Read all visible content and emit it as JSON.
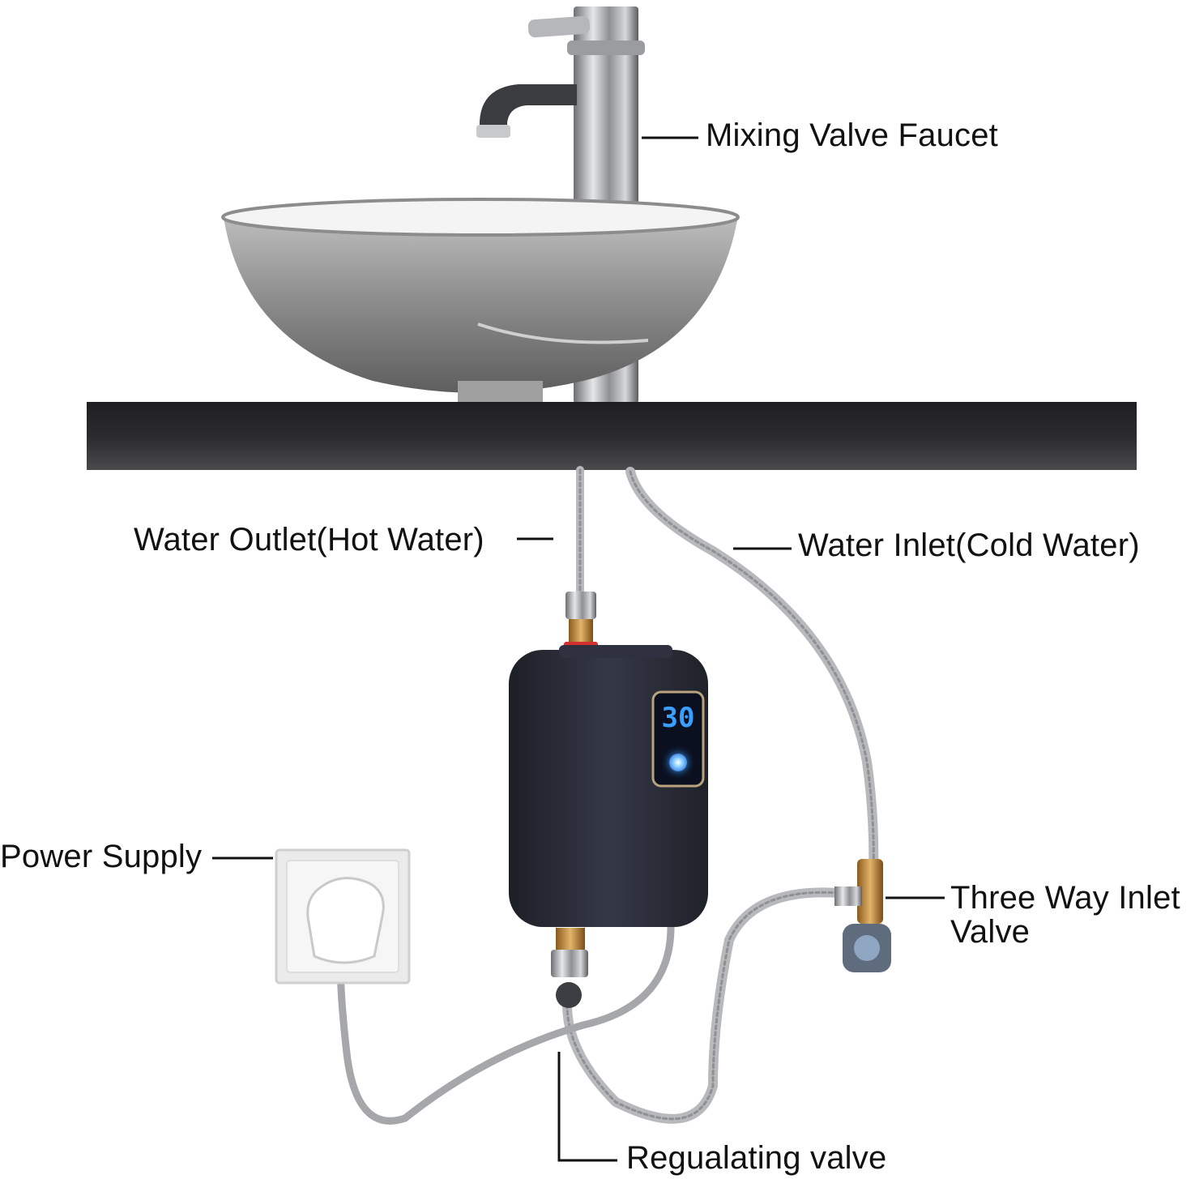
{
  "colors": {
    "counter": "#2b2b2b",
    "heater_body": "#2a2c36",
    "display_blue": "#3aa0ff",
    "hose": "#b7b9bc",
    "basin": "#8c8c8c"
  },
  "heater_display": {
    "temperature": "30"
  },
  "labels": {
    "mixing_valve_faucet": "Mixing Valve Faucet",
    "water_outlet": "Water Outlet(Hot Water)",
    "water_inlet": "Water Inlet(Cold Water)",
    "power_supply": "Power Supply",
    "three_way_inlet_valve_line1": "Three Way Inlet",
    "three_way_inlet_valve_line2": "Valve",
    "regulating_valve": "Regualating valve"
  }
}
